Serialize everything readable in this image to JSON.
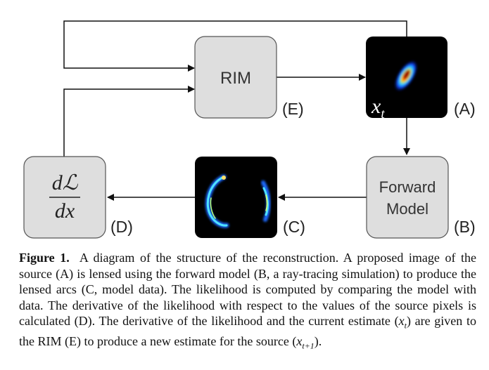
{
  "diagram": {
    "rim": {
      "label": "RIM",
      "tag": "(E)"
    },
    "source": {
      "symbol": "x",
      "subscript": "t",
      "tag": "(A)"
    },
    "forward": {
      "line1": "Forward",
      "line2": "Model",
      "tag": "(B)"
    },
    "arcs": {
      "tag": "(C)"
    },
    "derivative": {
      "numerator": "dℒ",
      "denominator": "dx",
      "tag": "(D)"
    },
    "colors": {
      "box_fill": "#dedede",
      "box_stroke": "#555555",
      "image_bg": "#000000",
      "arrow": "#111111"
    }
  },
  "caption": {
    "label": "Figure 1.",
    "text_before_xt": "A diagram of the structure of the reconstruction. A proposed image of the source (A) is lensed using the forward model (B, a ray-tracing simulation) to produce the lensed arcs (C, model data). The likelihood is computed by comparing the model with data. The derivative of the likelihood with respect to the values of the source pixels is calculated (D). The derivative of the likelihood and the current estimate (",
    "xt_symbol": "x",
    "xt_sub": "t",
    "text_between": ") are given to the RIM (E) to produce a new estimate for the source (",
    "xt1_symbol": "x",
    "xt1_sub": "t+1",
    "text_end": ")."
  }
}
